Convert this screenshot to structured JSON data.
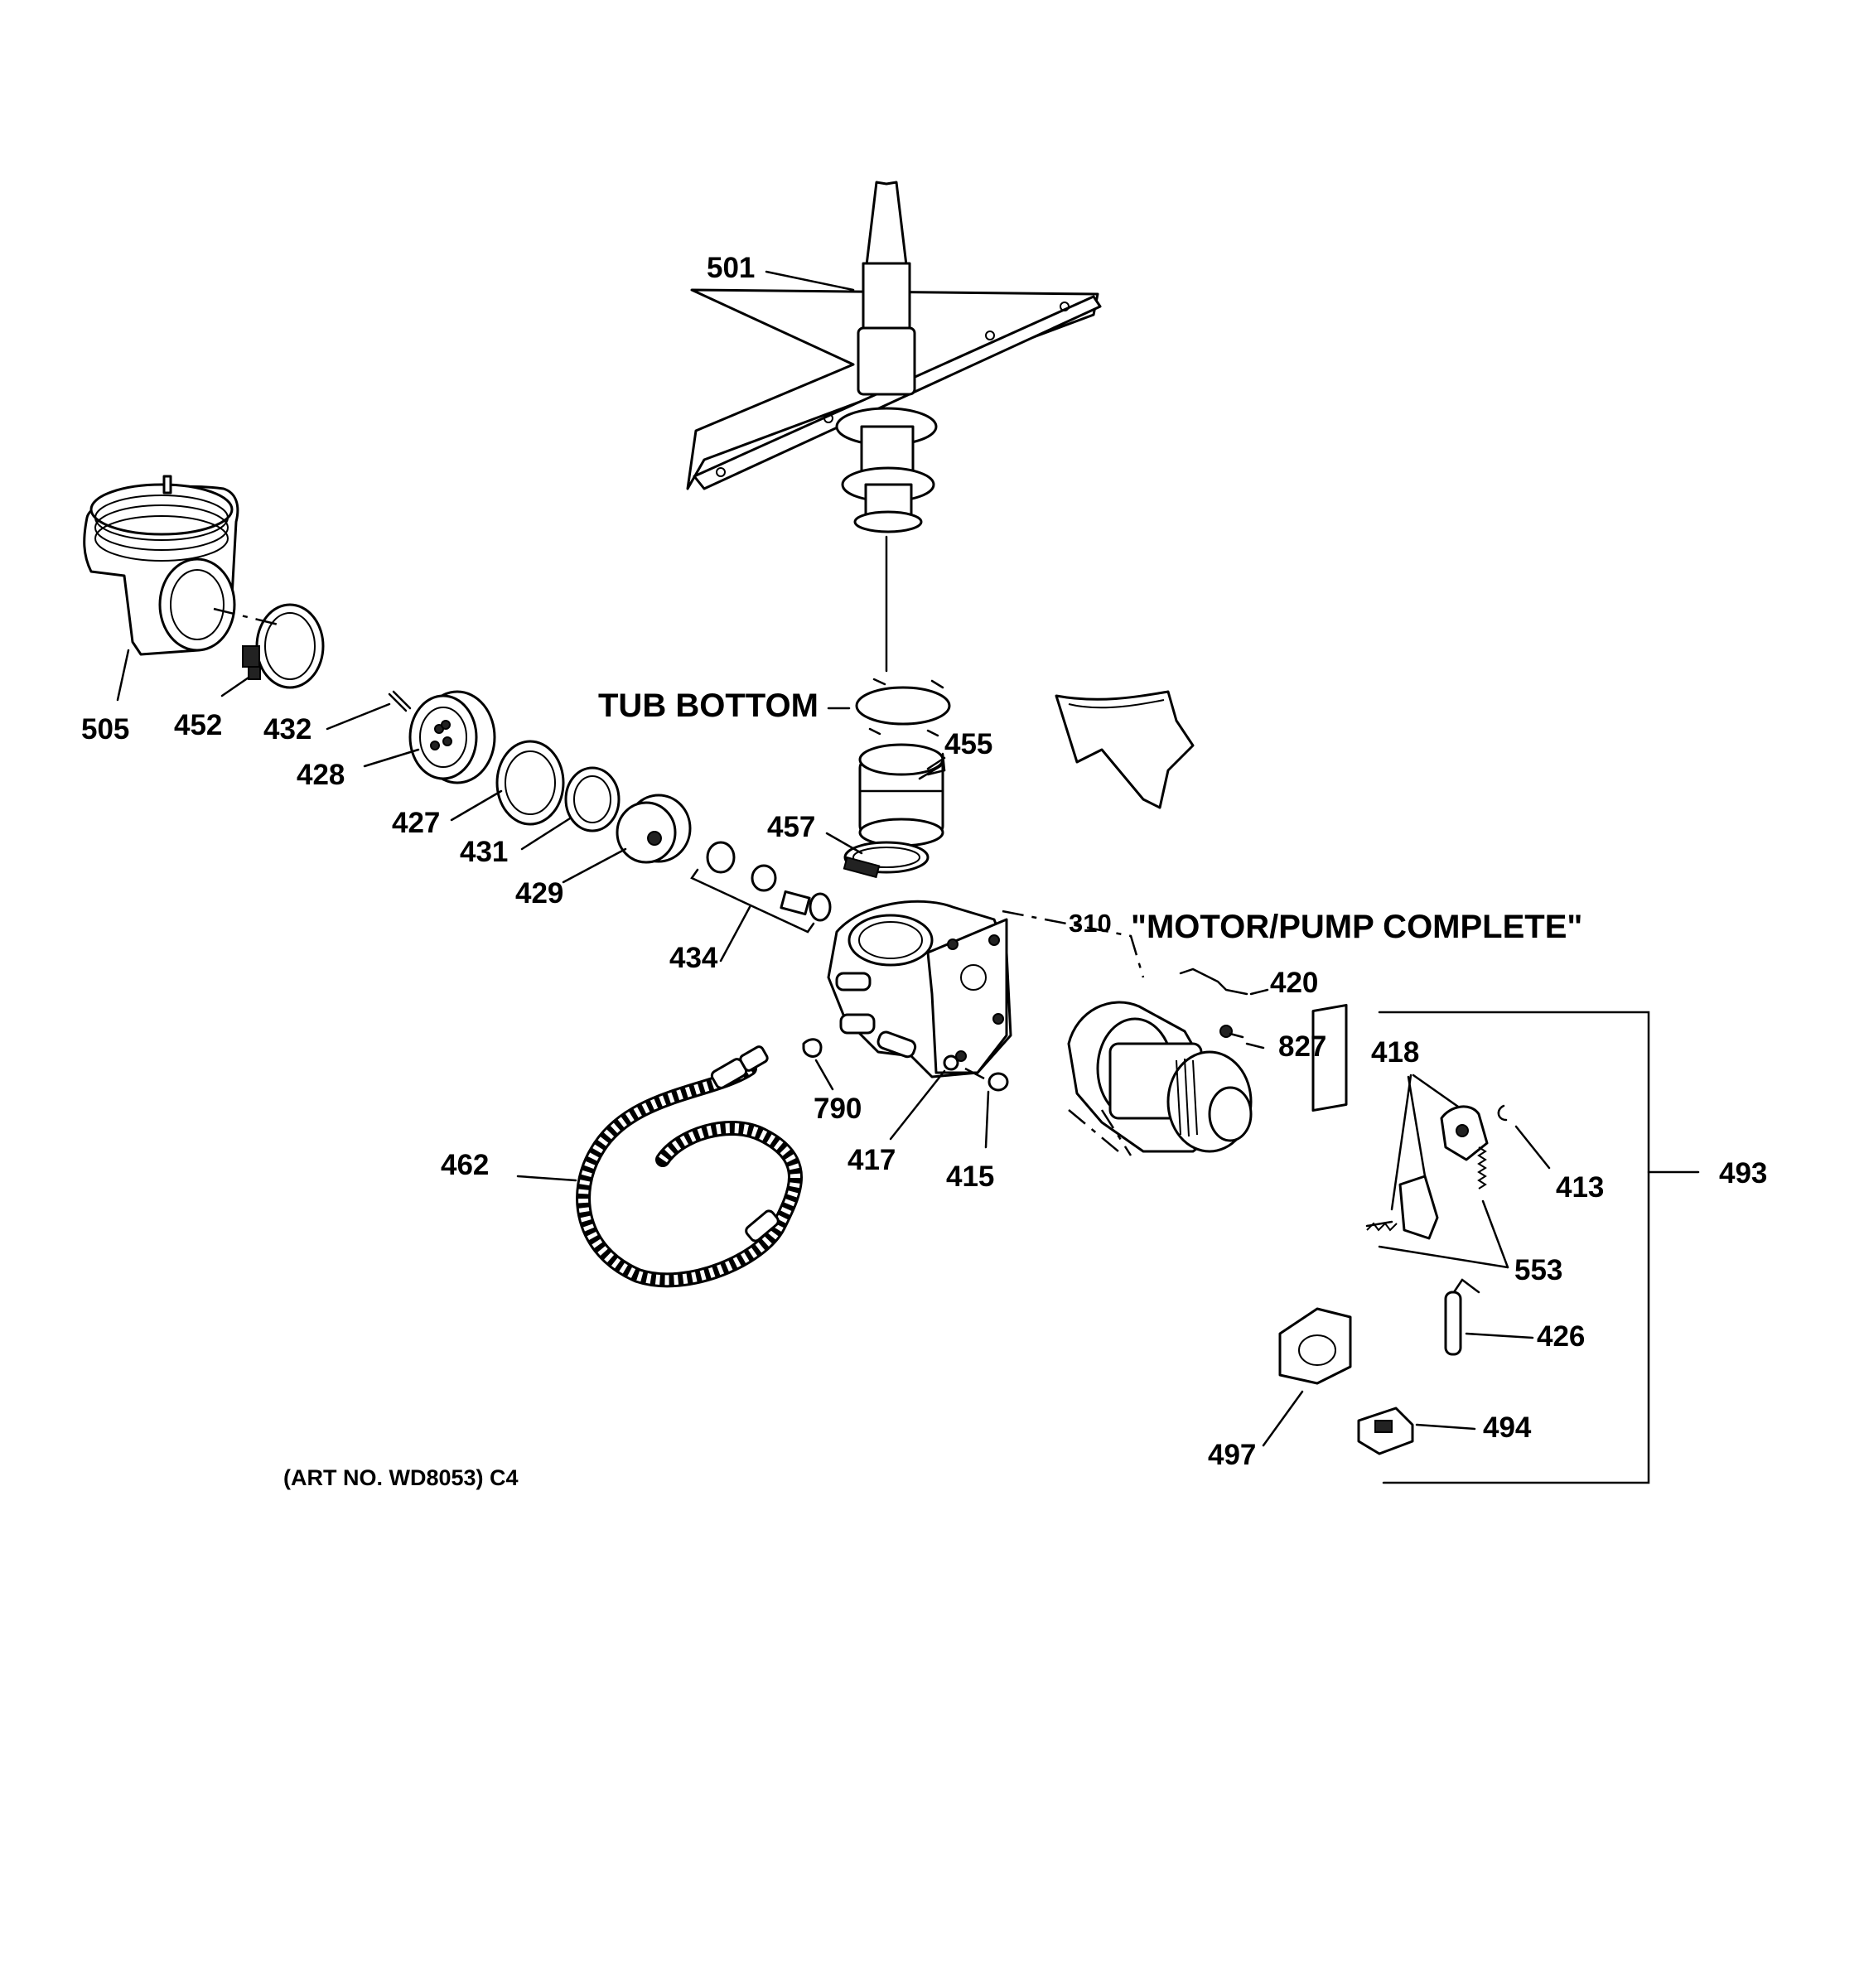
{
  "labels": {
    "p501": "501",
    "tub_bottom": "TUB BOTTOM",
    "p455": "455",
    "p457": "457",
    "p505": "505",
    "p452": "452",
    "p432": "432",
    "p428": "428",
    "p427": "427",
    "p431": "431",
    "p429": "429",
    "p434": "434",
    "p310_num": "310",
    "p310_text": "\"MOTOR/PUMP COMPLETE\"",
    "p420": "420",
    "p827": "827",
    "p418": "418",
    "p413": "413",
    "p493": "493",
    "p553": "553",
    "p426": "426",
    "p494": "494",
    "p497": "497",
    "p790": "790",
    "p417": "417",
    "p415": "415",
    "p462": "462",
    "art_no": "(ART NO. WD8053) C4"
  }
}
